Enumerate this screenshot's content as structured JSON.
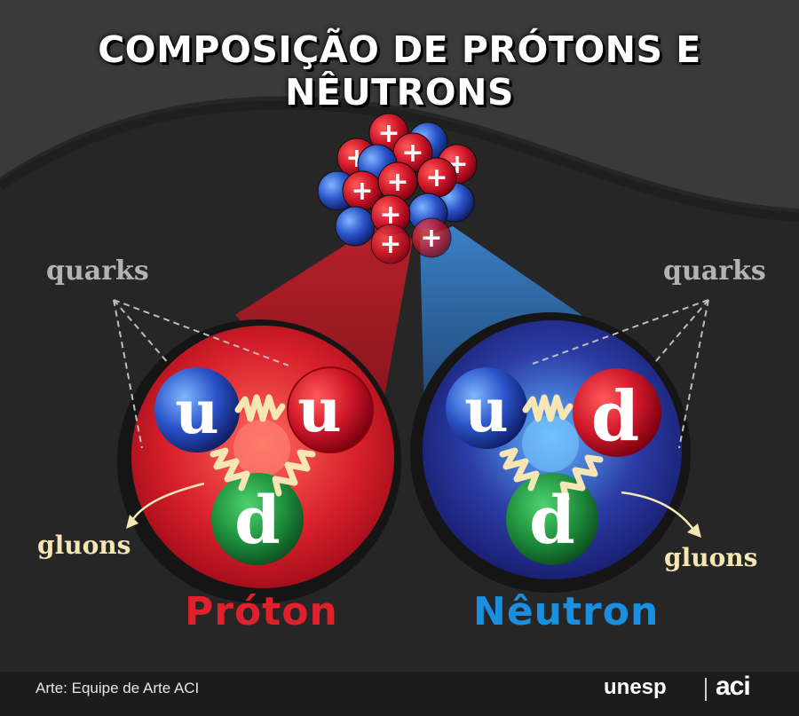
{
  "title": "COMPOSIÇÃO DE PRÓTONS E NÊUTRONS",
  "labels": {
    "quarks_left": "quarks",
    "quarks_right": "quarks",
    "gluons_left": "gluons",
    "gluons_right": "gluons"
  },
  "proton": {
    "name": "Próton",
    "quarks": [
      "u",
      "u",
      "d"
    ],
    "name_color": "#e0202a"
  },
  "neutron": {
    "name": "Nêutron",
    "quarks": [
      "u",
      "d",
      "d"
    ],
    "name_color": "#1a8fe0"
  },
  "nucleus": {
    "proton_symbol": "+"
  },
  "footer": {
    "credit": "Arte: Equipe de Arte ACI",
    "logo_unesp": "unesp",
    "logo_aci": "aci"
  },
  "colors": {
    "background": "#262626",
    "proton_red": "#c8202a",
    "neutron_blue": "#27308f",
    "quark_u": "#2a3fa0",
    "quark_d_proton": "#1e8a3a",
    "quark_d_neutron_red": "#c81e2a",
    "gluon": "#f5e6b4"
  }
}
